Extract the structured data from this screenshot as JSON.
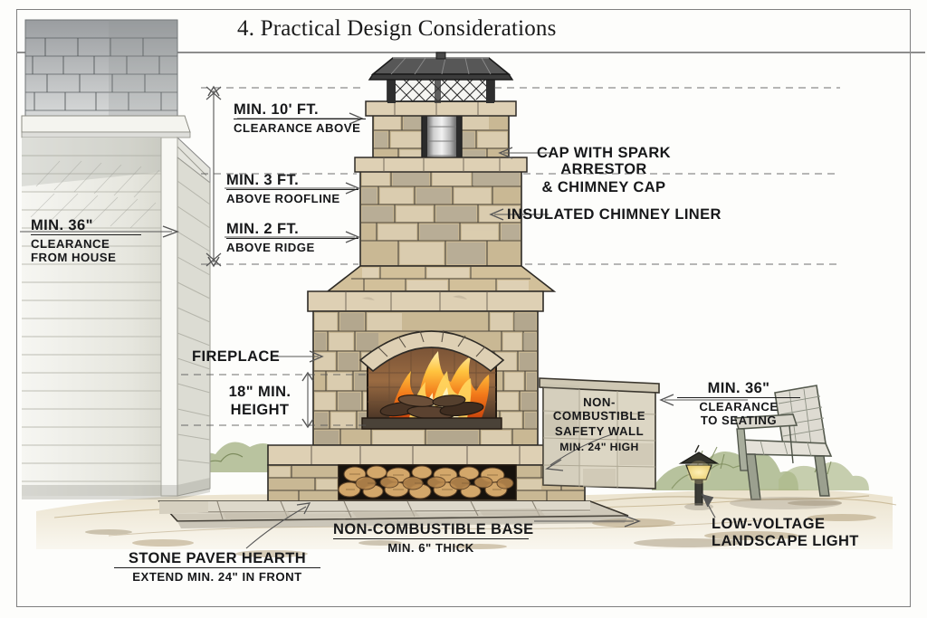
{
  "document": {
    "title": "4. Practical Design Considerations",
    "type": "architectural-illustration",
    "subject": "Outdoor stone fireplace clearance and construction diagram"
  },
  "annotations": {
    "clearance_above": {
      "line1": "Min. 10' ft.",
      "line2": "Clearance Above",
      "arrow": "right"
    },
    "above_roofline": {
      "line1": "Min. 3 ft.",
      "line2": "Above Roofline",
      "arrow": "right"
    },
    "above_ridge": {
      "line1": "Min. 2 ft.",
      "line2": "Above Ridge",
      "arrow": "right"
    },
    "clearance_from_house": {
      "line1": "Min. 36\"",
      "line2": "Clearance",
      "line3": "from House",
      "arrow": "right"
    },
    "spark_arrestor": {
      "line1": "Cap with Spark Arrestor",
      "line2": "& Chimney Cap",
      "arrow": "left"
    },
    "chimney_liner": {
      "line1": "Insulated Chimney Liner",
      "arrow": "left"
    },
    "fireplace": {
      "line1": "Fireplace",
      "arrow": "right"
    },
    "opening_height": {
      "line1": "18\" Min.",
      "line2": "Height",
      "arrow": "double-vertical"
    },
    "safety_wall": {
      "line1": "Non-Combustible",
      "line2": "Safety Wall",
      "line3": "Min. 24\" high",
      "arrow": "curved-down-left"
    },
    "clearance_to_seating": {
      "line1": "Min. 36\"",
      "line2": "Clearance",
      "line3": "to Seating",
      "arrow": "left"
    },
    "non_combustible_base": {
      "line1": "Non-Combustible Base",
      "line2": "Min. 6\" thick",
      "arrow": "right"
    },
    "stone_paver_hearth": {
      "line1": "Stone Paver Hearth",
      "line2": "extend Min. 24\" in Front",
      "arrow": "curved-up-right"
    },
    "landscape_light": {
      "line1": "Low-Voltage",
      "line2": "Landscape Light",
      "arrow": "left"
    }
  },
  "elements": {
    "house": "house-with-shingle-roof-and-lap-siding",
    "chimney": "stone-chimney-stack",
    "chimney_cap": "metal-cap-with-mesh-spark-arrestor",
    "firebox": "arched-stone-firebox-with-fire",
    "wood_storage": "log-storage-nook",
    "hearth": "stone-paver-hearth",
    "seating": "outdoor-lounge-chair",
    "light": "low-voltage-path-light",
    "shrubs": "background-shrubbery"
  },
  "colors": {
    "frame": "#7f7f7f",
    "text": "#17181a",
    "stone_light": "#ded0b4",
    "stone_mid": "#c9b894",
    "stone_gray": "#bcb6ab",
    "stone_tan": "#d9c49a",
    "mortar": "#3a3631",
    "roof_shingle": "#b9bcbd",
    "siding": "#eeeee8",
    "fire_core": "#ffd24a",
    "fire_mid": "#f79220",
    "fire_edge": "#c9450d",
    "foliage": "#8a9a63",
    "ground": "#cbb489",
    "paver": "#cfc9ba",
    "dimension_line": "#5d5d5d"
  }
}
